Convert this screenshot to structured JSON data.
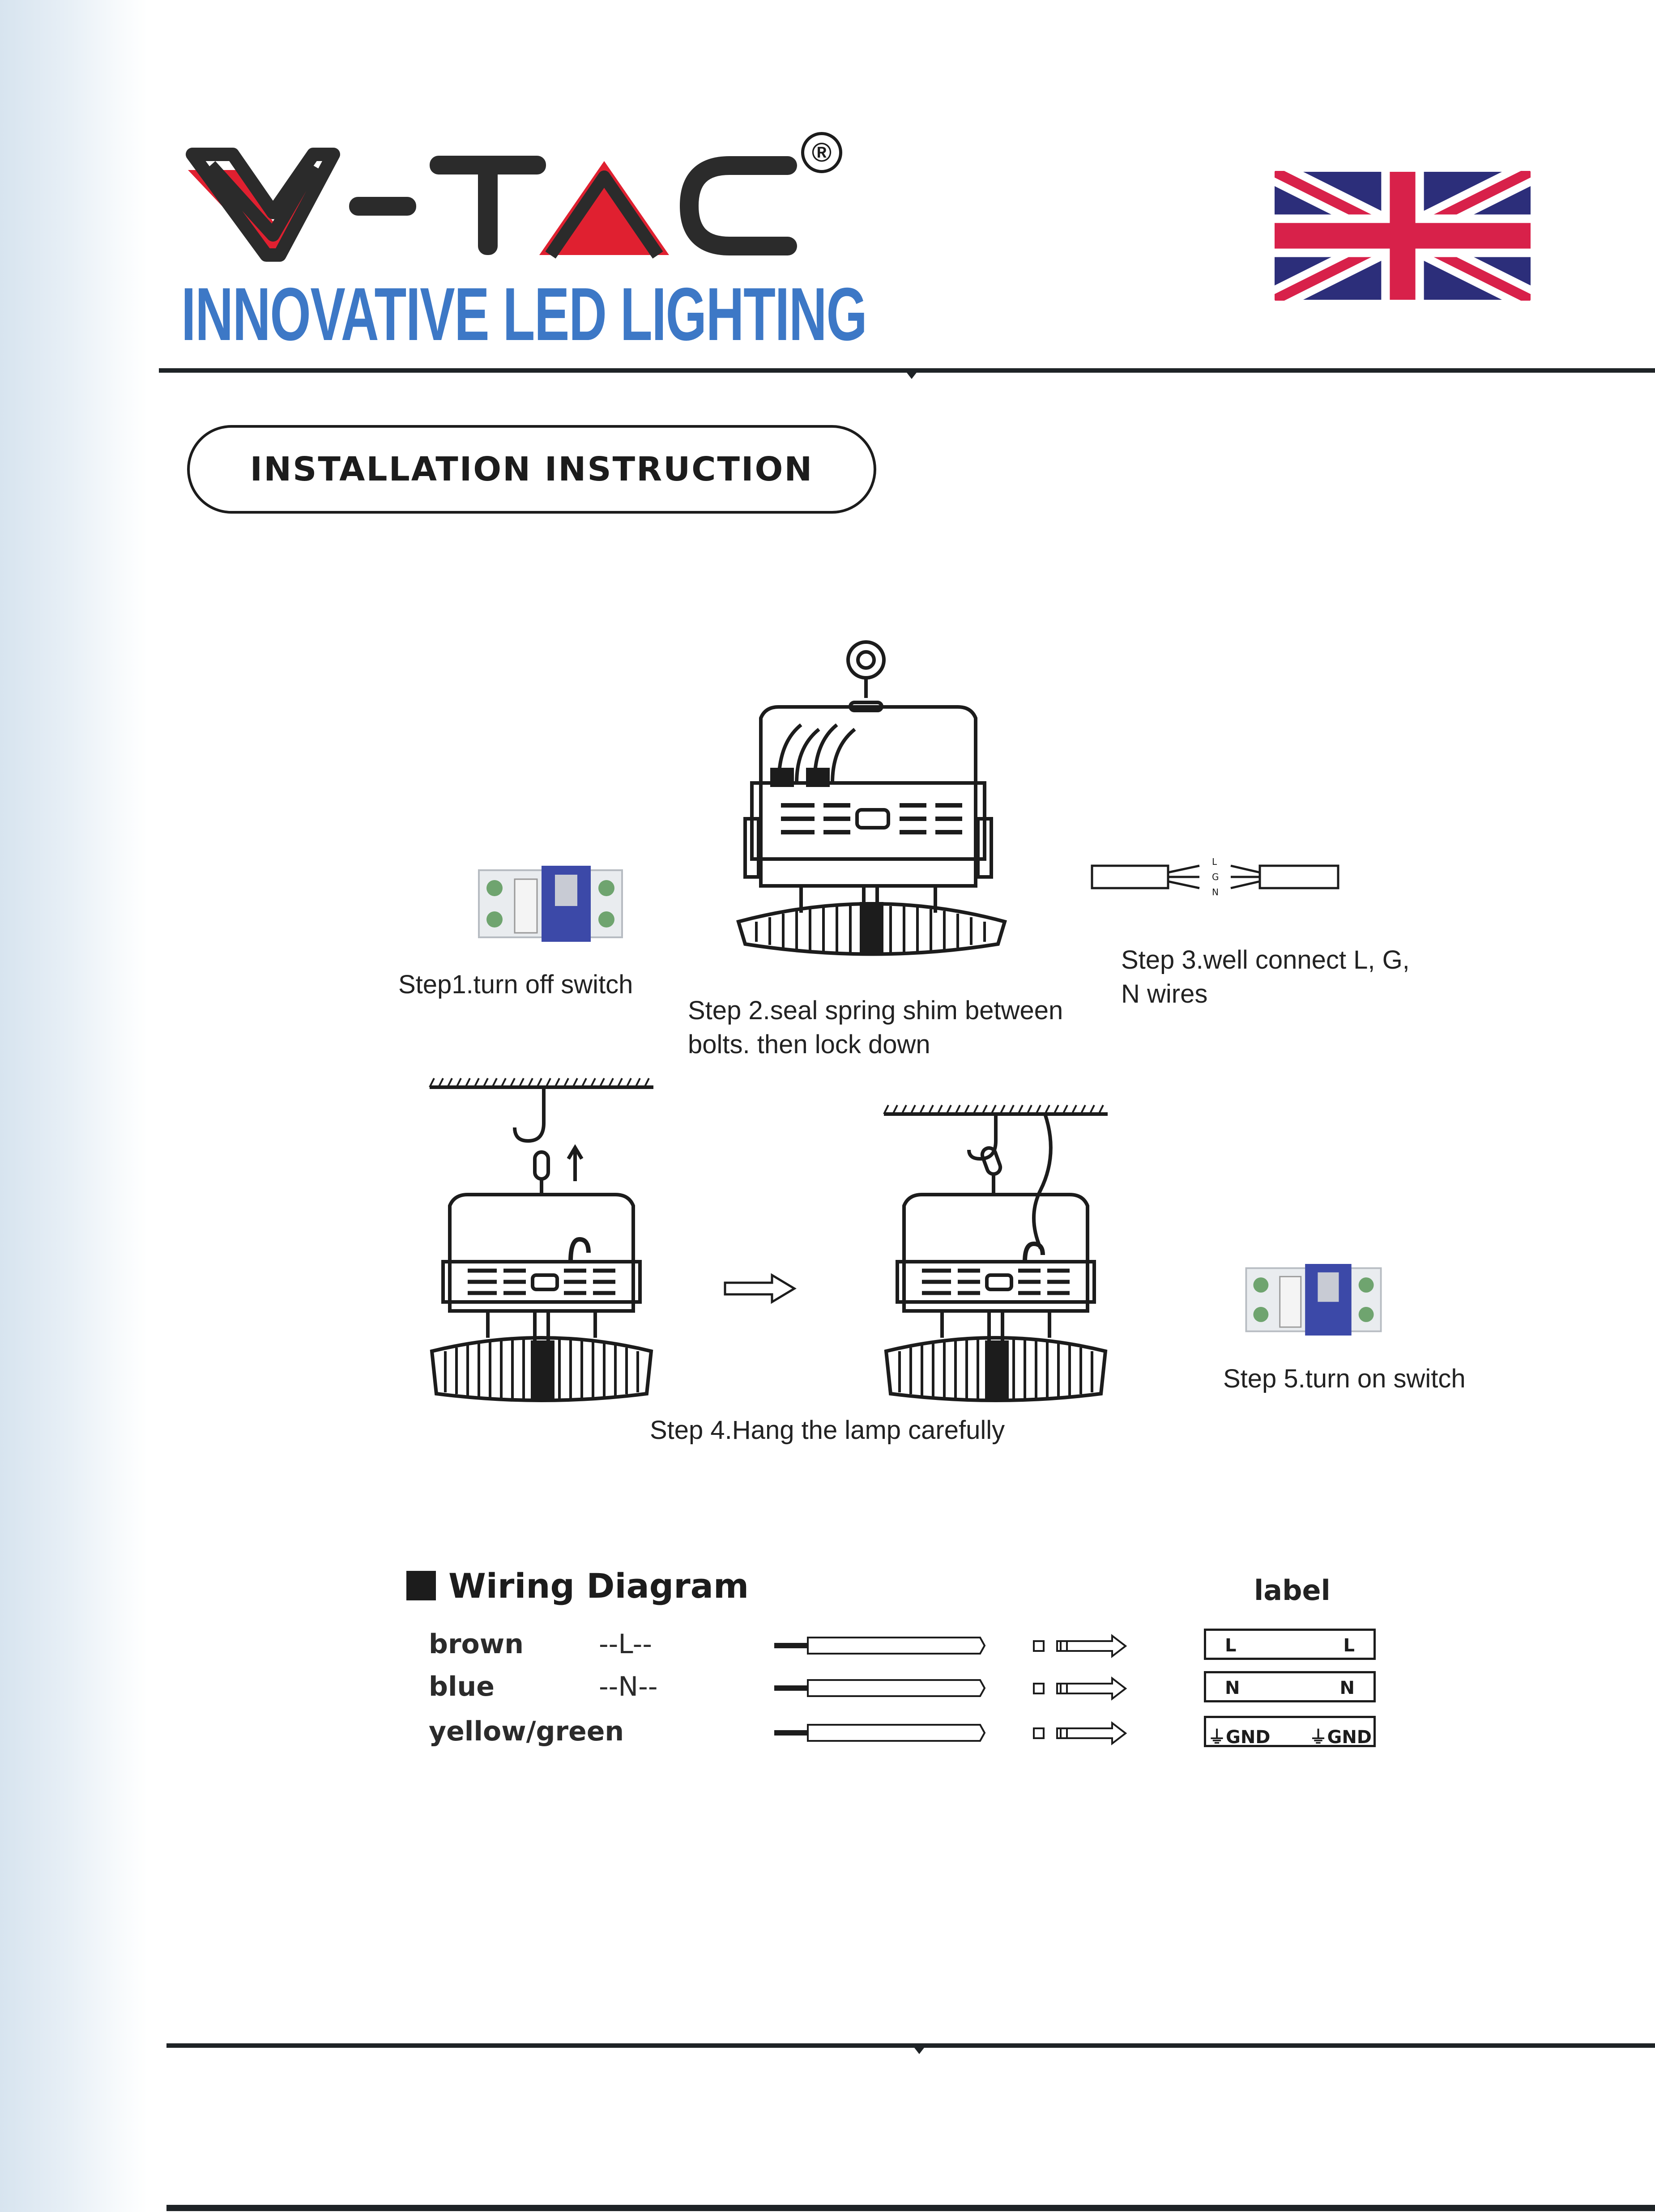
{
  "header": {
    "brand_logo": "V-TAC",
    "registered_mark": "®",
    "tagline": "INNOVATIVE LED LIGHTING",
    "flag_icon": "uk-flag-icon",
    "colors": {
      "brand_red": "#e02030",
      "brand_dark": "#2b2b2b",
      "tagline_blue": "#3d78c6",
      "flag_blue": "#2c2e7a",
      "flag_red": "#d8214a"
    }
  },
  "title": "INSTALLATION INSTRUCTION",
  "steps": {
    "step1": "Step1.turn off switch",
    "step2_line1": "Step 2.seal spring shim between",
    "step2_line2": "bolts. then lock down",
    "step3_line1": "Step 3.well connect L, G,",
    "step3_line2": "N wires",
    "step4": "Step 4.Hang the lamp carefully",
    "step5": "Step 5.turn on switch"
  },
  "wiring_diagram": {
    "title": "Wiring Diagram",
    "label_header": "label",
    "rows": [
      {
        "name": "brown",
        "code": "--L--",
        "label_left": "L",
        "label_right": "L"
      },
      {
        "name": "blue",
        "code": "--N--",
        "label_left": "N",
        "label_right": "N"
      },
      {
        "name": "yellow/green",
        "code": "",
        "label_left": "⏚GND",
        "label_right": "⏚GND"
      }
    ]
  }
}
